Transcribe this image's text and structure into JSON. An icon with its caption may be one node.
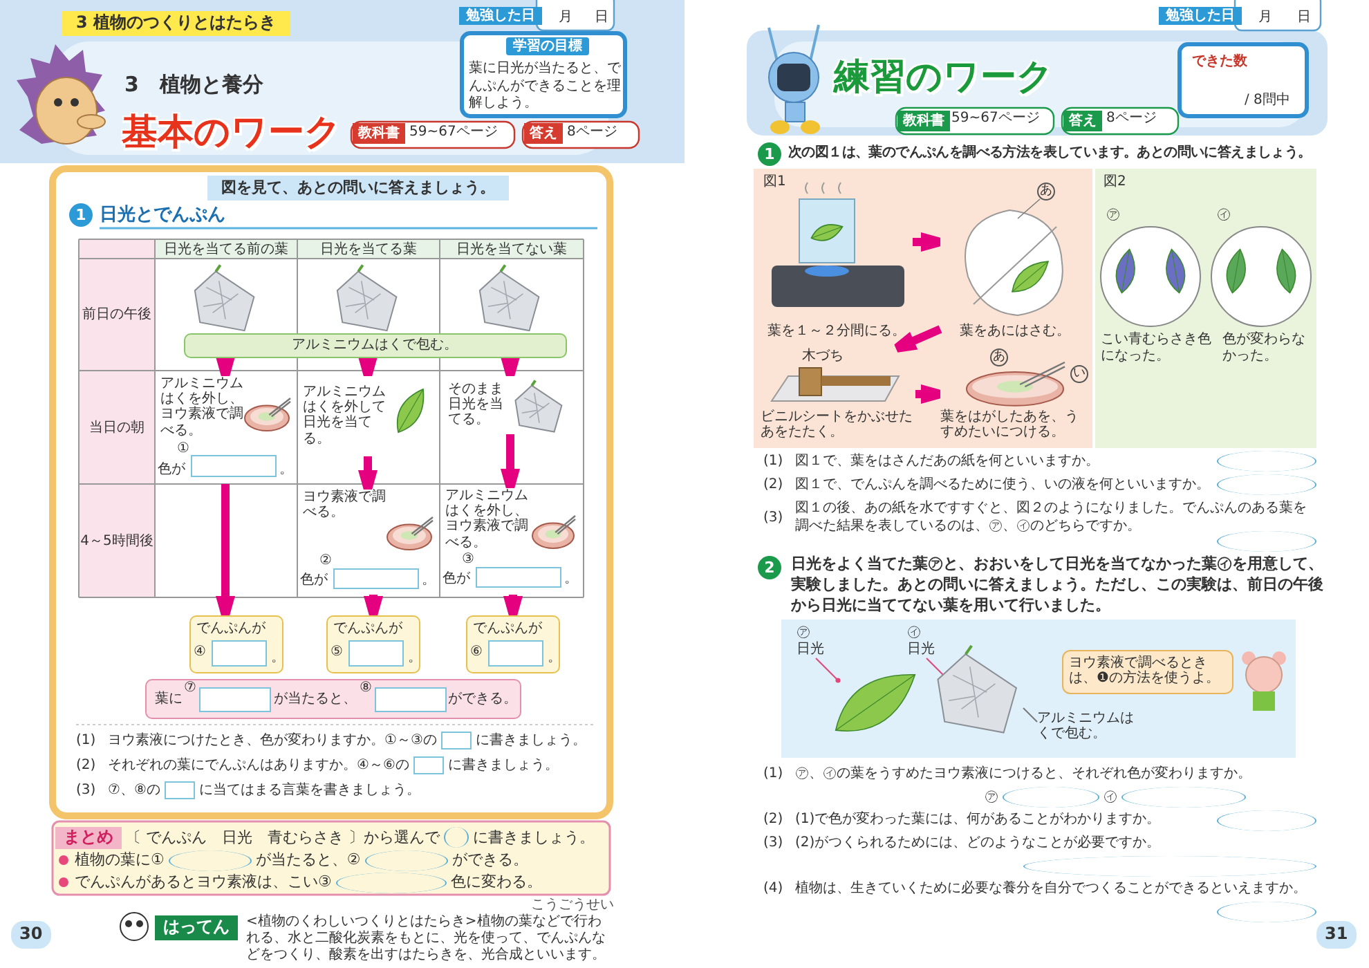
{
  "diagram": {
    "nodes": [
      {
        "text": [
          "アルミニウムはくで包む。"
        ]
      },
      {
        "text": [
          "アルミニウムはくを外し、ヨウ素液で調べる。",
          "①",
          "色が",
          "。"
        ]
      },
      {
        "text": [
          "アルミニウムはくを外して日光を当てる。"
        ]
      },
      {
        "text": [
          "そのまま日光を当てる。"
        ]
      },
      {
        "text": [
          "ヨウ素液で調べる。",
          "②",
          "色が",
          "。"
        ]
      },
      {
        "text": [
          "アルミニウムはくを外し、ヨウ素液で調べる。",
          "③",
          "色が",
          "。"
        ]
      },
      {
        "text": [
          "でんぷんが",
          "④",
          "。"
        ]
      },
      {
        "text": [
          "でんぷんが",
          "⑤",
          "。"
        ]
      },
      {
        "text": [
          "でんぷんが",
          "⑥",
          "。"
        ]
      },
      {
        "text": [
          "葉に",
          "⑦",
          "が当たると、",
          "⑧",
          "ができる。"
        ]
      },
      {
        "text": [
          "葉を１～２分間にる。"
        ]
      },
      {
        "text": [
          "あ",
          "葉をあにはさむ。"
        ]
      },
      {
        "text": [
          "木づち",
          "ビニルシートをかぶせたあをたたく。"
        ]
      },
      {
        "text": [
          "あ",
          "い",
          "葉をはがしたあを、うすめたいにつける。"
        ]
      },
      {
        "text": [],
        "shape": "picture"
      },
      {
        "text": [
          "アルミニウムはくで包む。"
        ]
      },
      {
        "text": [
          "ヨウ素液で調べるときは、❶の方法を使うよ。"
        ]
      }
    ],
    "edges": [
      {
        "from": 0,
        "to": 1,
        "arrow": "to"
      },
      {
        "from": 0,
        "to": 2,
        "arrow": "to"
      },
      {
        "from": 0,
        "to": 3,
        "arrow": "to"
      },
      {
        "from": 1,
        "to": 6,
        "arrow": "to"
      },
      {
        "from": 2,
        "to": 4,
        "arrow": "to"
      },
      {
        "from": 3,
        "to": 5,
        "arrow": "to"
      },
      {
        "from": 4,
        "to": 7,
        "arrow": "to"
      },
      {
        "from": 5,
        "to": 8,
        "arrow": "to"
      },
      {
        "from": 10,
        "to": 11,
        "arrow": "to"
      },
      {
        "from": 11,
        "to": 12,
        "arrow": "to"
      },
      {
        "from": 12,
        "to": 13,
        "arrow": "to"
      },
      {
        "from": 15,
        "to": 14,
        "arrow": "none",
        "color": "#777777"
      }
    ],
    "labels": [
      "3 植物のつくりとはたらき",
      "勉強した日",
      "月",
      "日",
      "学習の目標",
      "葉に日光が当たると、でんぷんができることを理解しよう。",
      "3　植物と養分",
      "基本のワーク",
      "教科書",
      "59~67ページ",
      "答え",
      "8ページ",
      "図を見て、あとの問いに答えましょう。",
      "1",
      "日光とでんぷん",
      "日光を当てる前の葉",
      "日光を当てる葉",
      "日光を当てない葉",
      "前日の午後",
      "当日の朝",
      "4～5時間後",
      "(1)",
      "ヨウ素液につけたとき、色が変わりますか。①～③の",
      "に書きましょう。",
      "(2)",
      "それぞれの葉にでんぷんはありますか。④～⑥の",
      "に書きましょう。",
      "(3)",
      "⑦、⑧の",
      "に当てはまる言葉を書きましょう。",
      "まとめ",
      "〔 でんぷん　日光　青むらさき 〕から選んで",
      "に書きましょう。",
      "植物の葉に①",
      "が当たると、②",
      "ができる。",
      "でんぷんがあるとヨウ素液は、こい③",
      "色に変わる。",
      "30",
      "はってん",
      "<植物のくわしいつくりとはたらき>植物の葉などで行われる、水と二酸化炭素をもとに、光を使って、でんぷんなどをつくり、酸素を出すはたらきを、光合成といいます。",
      "こうごうせい",
      "勉強した日",
      "月",
      "日",
      "練習のワーク",
      "できた数",
      "/ 8問中",
      "教科書",
      "59~67ページ",
      "答え",
      "8ページ",
      "1",
      "次の図１は、葉のでんぷんを調べる方法を表しています。あとの問いに答えましょう。",
      "図1",
      "図2",
      "㋐",
      "㋑",
      "こい青むらさき色になった。",
      "色が変わらなかった。",
      "(1)",
      "図１で、葉をはさんだあの紙を何といいますか。",
      "(2)",
      "図１で、でんぷんを調べるために使う、いの液を何といいますか。",
      "(3)",
      "図１の後、あの紙を水ですすぐと、図２のようになりました。でんぷんのある葉を調べた結果を表しているのは、㋐、㋑のどちらですか。",
      "2",
      "日光をよく当てた葉㋐と、おおいをして日光を当てなかった葉㋑を用意して、実験しました。あとの問いに答えましょう。ただし、この実験は、前日の午後から日光に当ててない葉を用いて行いました。",
      "㋐",
      "日光",
      "㋑",
      "日光",
      "(1)",
      "㋐、㋑の葉をうすめたヨウ素液につけると、それぞれ色が変わりますか。",
      "㋐",
      "㋑",
      "(2)",
      "(1)で色が変わった葉には、何があることがわかりますか。",
      "(3)",
      "(2)がつくられるためには、どのようなことが必要ですか。",
      "(4)",
      "植物は、生きていくために必要な養分を自分でつくることができるといえますか。",
      "31"
    ]
  }
}
